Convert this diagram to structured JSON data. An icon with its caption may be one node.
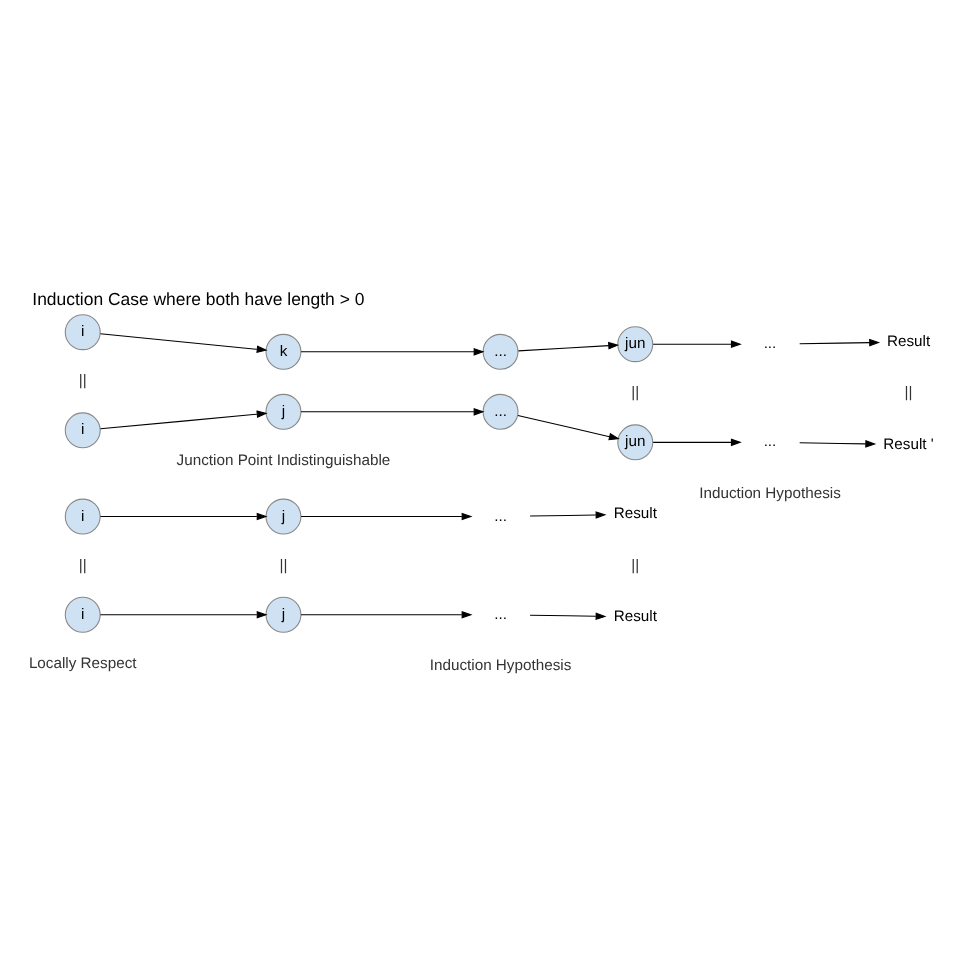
{
  "diagram": {
    "title": "Induction Case where both have length > 0",
    "nodes": [
      {
        "text": [
          "i"
        ]
      },
      {
        "text": [
          "j"
        ]
      },
      {
        "text": [
          "..."
        ]
      },
      {
        "text": [
          "Result"
        ]
      },
      {
        "text": [
          "i"
        ]
      },
      {
        "text": [
          "j"
        ]
      },
      {
        "text": [
          "..."
        ]
      },
      {
        "text": [
          "Result"
        ]
      },
      {
        "text": [
          "i"
        ]
      },
      {
        "text": [
          "k"
        ]
      },
      {
        "text": [
          "..."
        ]
      },
      {
        "text": [
          "jun"
        ]
      },
      {
        "text": [
          "..."
        ]
      },
      {
        "text": [
          "Result"
        ]
      },
      {
        "text": [
          "i"
        ]
      },
      {
        "text": [
          "j"
        ]
      },
      {
        "text": [
          "..."
        ]
      },
      {
        "text": [
          "jun"
        ]
      },
      {
        "text": [
          "..."
        ]
      },
      {
        "text": [
          "Result '"
        ]
      }
    ],
    "edges": [
      {
        "from": 0,
        "to": 1,
        "arrow": "to"
      },
      {
        "from": 1,
        "to": 2,
        "arrow": "to"
      },
      {
        "from": 2,
        "to": 3,
        "arrow": "to"
      },
      {
        "from": 4,
        "to": 5,
        "arrow": "to"
      },
      {
        "from": 5,
        "to": 6,
        "arrow": "to"
      },
      {
        "from": 6,
        "to": 7,
        "arrow": "to"
      },
      {
        "from": 8,
        "to": 9,
        "arrow": "to"
      },
      {
        "from": 9,
        "to": 10,
        "arrow": "to"
      },
      {
        "from": 10,
        "to": 11,
        "arrow": "to"
      },
      {
        "from": 11,
        "to": 12,
        "arrow": "to"
      },
      {
        "from": 12,
        "to": 13,
        "arrow": "to"
      },
      {
        "from": 14,
        "to": 15,
        "arrow": "to"
      },
      {
        "from": 15,
        "to": 16,
        "arrow": "to"
      },
      {
        "from": 16,
        "to": 17,
        "arrow": "to"
      },
      {
        "from": 17,
        "to": 18,
        "arrow": "to"
      },
      {
        "from": 18,
        "to": 19,
        "arrow": "to"
      }
    ],
    "labels": [
      "||",
      "||",
      "||",
      "Locally Respect",
      "Induction Hypothesis",
      "||",
      "||",
      "||",
      "Junction Point Indistinguishable",
      "Induction Hypothesis"
    ]
  }
}
